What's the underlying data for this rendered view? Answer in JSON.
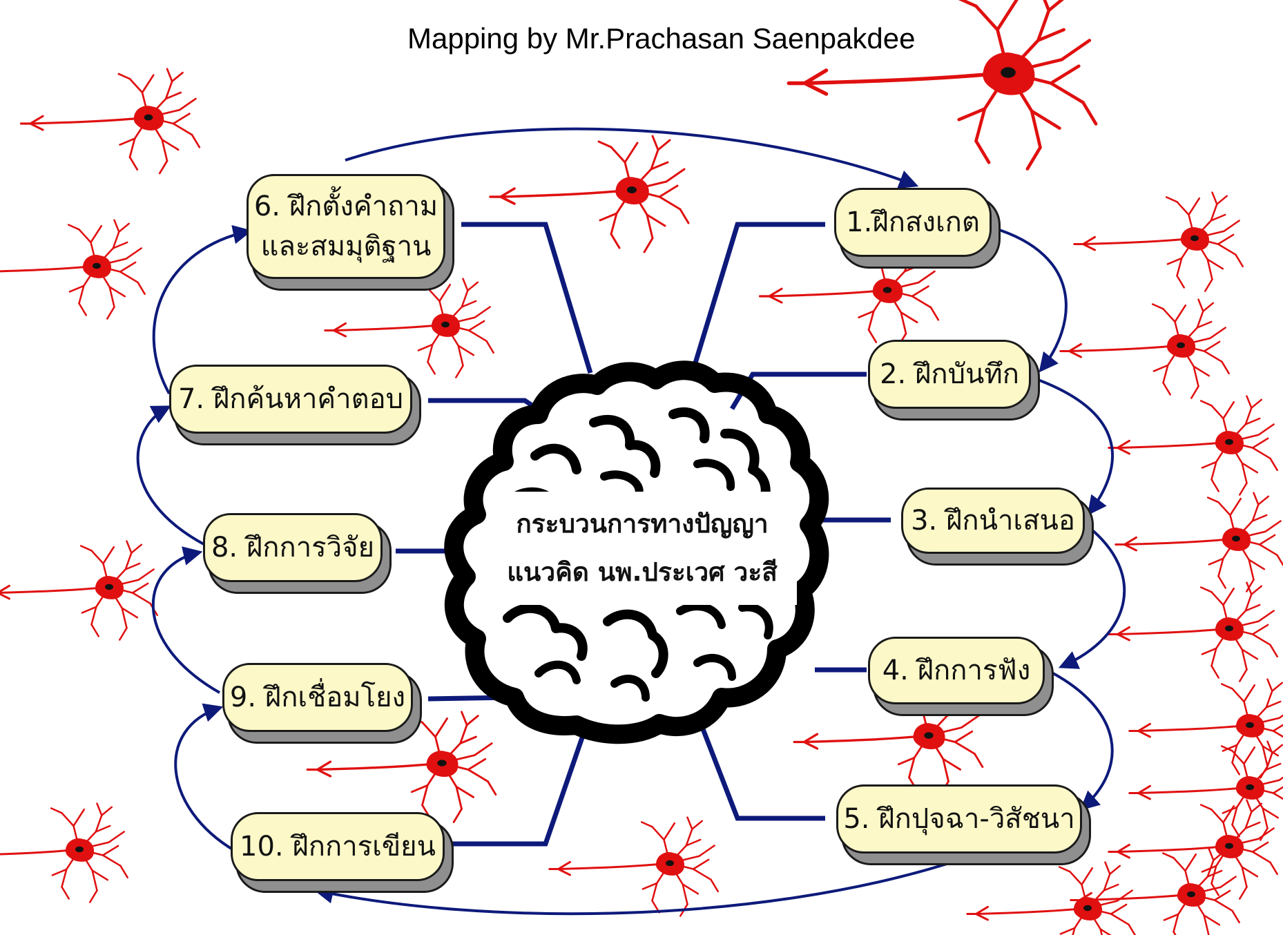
{
  "credit": "Mapping by Mr.Prachasan Saenpakdee",
  "center": {
    "line1": "กระบวนการทางปัญญา",
    "line2": "แนวคิด นพ.ประเวศ วะสี"
  },
  "nodes": [
    {
      "id": "1",
      "line1": "1.ฝึกสงเกต",
      "line2": ""
    },
    {
      "id": "2",
      "line1": "2. ฝึกบันทึก",
      "line2": ""
    },
    {
      "id": "3",
      "line1": "3. ฝึกนำเสนอ",
      "line2": ""
    },
    {
      "id": "4",
      "line1": "4. ฝึกการฟัง",
      "line2": ""
    },
    {
      "id": "5",
      "line1": "5. ฝึกปุจฉา-วิสัชนา",
      "line2": ""
    },
    {
      "id": "6",
      "line1": "6. ฝึกตั้งคำถาม",
      "line2": "และสมมุติฐาน"
    },
    {
      "id": "7",
      "line1": "7. ฝึกค้นหาคำตอบ",
      "line2": ""
    },
    {
      "id": "8",
      "line1": "8. ฝึกการวิจัย",
      "line2": ""
    },
    {
      "id": "9",
      "line1": "9. ฝึกเชื่อมโยง",
      "line2": ""
    },
    {
      "id": "10",
      "line1": "10. ฝึกการเขียน",
      "line2": ""
    }
  ],
  "colors": {
    "connector": "#0d1a7a",
    "arrow": "#0d1a7a",
    "neuron": "#e01010",
    "node_fill": "#fcf8c8",
    "node_shadow": "#8f8f8f",
    "brain_outline": "#000000"
  },
  "icons": [
    "brain-icon",
    "neuron-icon"
  ]
}
